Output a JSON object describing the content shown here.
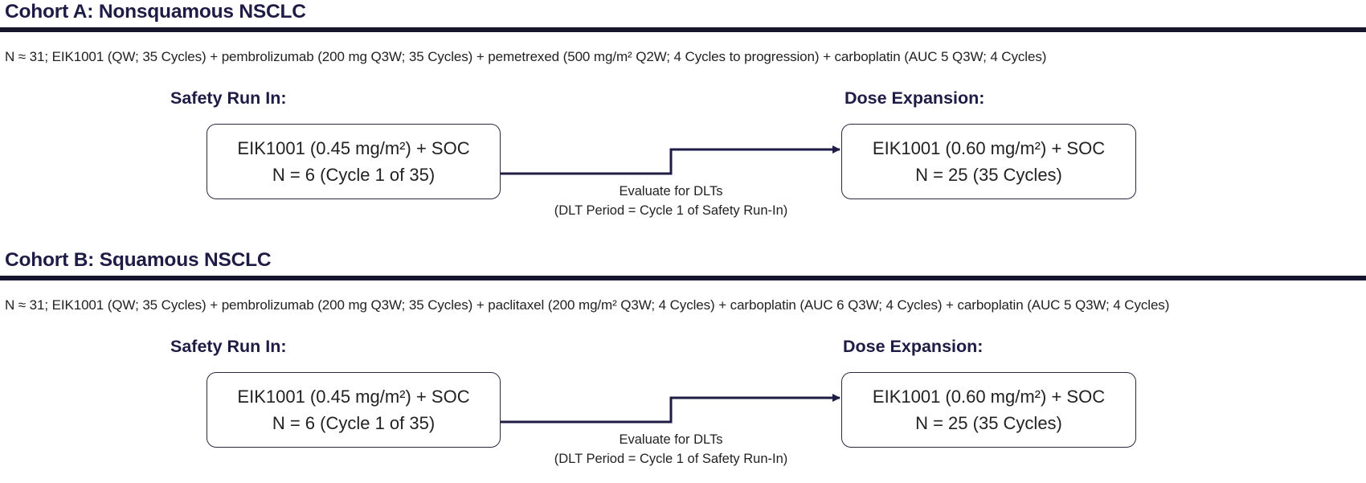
{
  "cohorts": [
    {
      "title": "Cohort A: Nonsquamous NSCLC",
      "description": "N ≈ 31; EIK1001 (QW; 35 Cycles) + pembrolizumab (200 mg Q3W; 35 Cycles) + pemetrexed (500 mg/m² Q2W; 4 Cycles to progression) + carboplatin (AUC 5 Q3W; 4 Cycles)",
      "safety_label": "Safety Run In:",
      "safety_box": {
        "line1": "EIK1001 (0.45 mg/m²) + SOC",
        "line2": "N = 6 (Cycle 1 of 35)"
      },
      "expansion_label": "Dose Expansion:",
      "expansion_box": {
        "line1": "EIK1001 (0.60 mg/m²) + SOC",
        "line2": "N = 25 (35 Cycles)"
      },
      "arrow_note": {
        "line1": "Evaluate for DLTs",
        "line2": "(DLT Period = Cycle 1 of Safety Run-In)"
      }
    },
    {
      "title": "Cohort B: Squamous NSCLC",
      "description": "N ≈ 31; EIK1001 (QW; 35 Cycles) + pembrolizumab (200 mg Q3W; 35 Cycles) + paclitaxel (200 mg/m² Q3W; 4 Cycles) + carboplatin (AUC 6 Q3W; 4 Cycles) + carboplatin (AUC 5 Q3W; 4 Cycles)",
      "safety_label": "Safety Run In:",
      "safety_box": {
        "line1": "EIK1001 (0.45 mg/m²) + SOC",
        "line2": "N = 6 (Cycle 1 of 35)"
      },
      "expansion_label": "Dose Expansion:",
      "expansion_box": {
        "line1": "EIK1001 (0.60 mg/m²) + SOC",
        "line2": "N = 25 (35 Cycles)"
      },
      "arrow_note": {
        "line1": "Evaluate for DLTs",
        "line2": "(DLT Period = Cycle 1 of Safety Run-In)"
      }
    }
  ],
  "colors": {
    "heading": "#1e1b45",
    "rule": "#17152e",
    "text": "#222222",
    "box_border": "#2a2840",
    "arrow": "#1e1b45"
  }
}
